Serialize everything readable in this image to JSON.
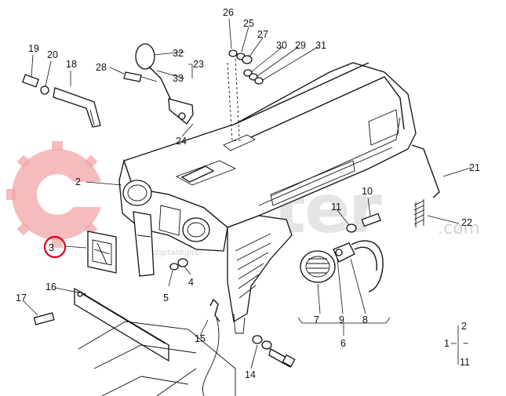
{
  "watermark": {
    "brand": "Trakter",
    "domain": ".com",
    "small_text": "digitaldigits"
  },
  "callouts": {
    "c1": "1",
    "c2": "2",
    "c2b": "2",
    "c3": "3",
    "c4": "4",
    "c5": "5",
    "c6": "6",
    "c7": "7",
    "c8": "8",
    "c9": "9",
    "c10": "10",
    "c11": "11",
    "c11b": "11",
    "c14": "14",
    "c15": "15",
    "c16": "16",
    "c17": "17",
    "c18": "18",
    "c19": "19",
    "c20": "20",
    "c21": "21",
    "c22": "22",
    "c23": "23",
    "c24": "24",
    "c25": "25",
    "c26": "26",
    "c27": "27",
    "c28": "28",
    "c29": "29",
    "c30": "30",
    "c31": "31",
    "c32": "32",
    "c33": "33"
  },
  "highlight_color": "#e0001b",
  "watermark_color": "#f2a5a8"
}
